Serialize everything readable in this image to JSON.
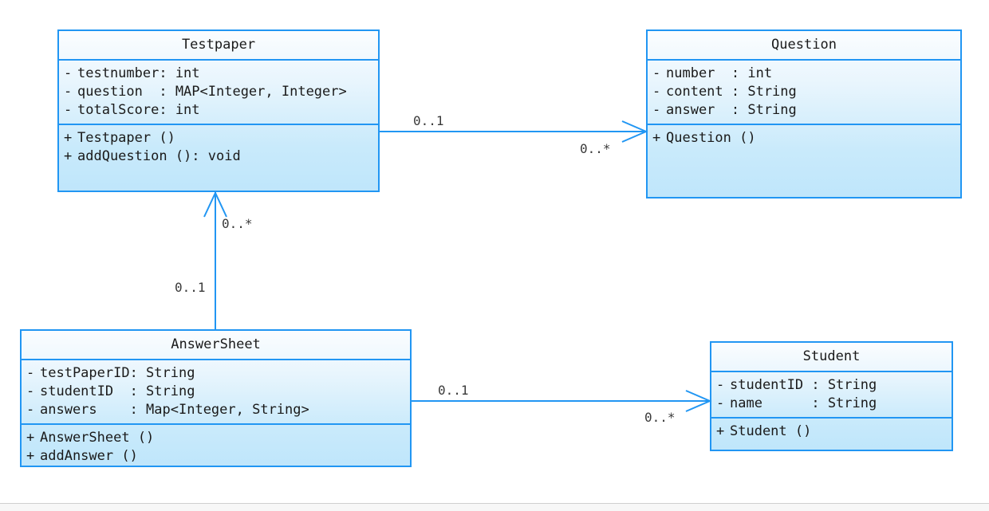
{
  "diagram": {
    "type": "uml-class-diagram",
    "classes": [
      {
        "id": "testpaper",
        "name": "Testpaper",
        "attributes": [
          {
            "visibility": "-",
            "signature": "testnumber: int"
          },
          {
            "visibility": "-",
            "signature": "question  : MAP<Integer, Integer>"
          },
          {
            "visibility": "-",
            "signature": "totalScore: int"
          }
        ],
        "operations": [
          {
            "visibility": "+",
            "signature": "Testpaper ()"
          },
          {
            "visibility": "+",
            "signature": "addQuestion (): void"
          }
        ]
      },
      {
        "id": "question",
        "name": "Question",
        "attributes": [
          {
            "visibility": "-",
            "signature": "number  : int"
          },
          {
            "visibility": "-",
            "signature": "content : String"
          },
          {
            "visibility": "-",
            "signature": "answer  : String"
          }
        ],
        "operations": [
          {
            "visibility": "+",
            "signature": "Question ()"
          }
        ]
      },
      {
        "id": "answersheet",
        "name": "AnswerSheet",
        "attributes": [
          {
            "visibility": "-",
            "signature": "testPaperID: String"
          },
          {
            "visibility": "-",
            "signature": "studentID  : String"
          },
          {
            "visibility": "-",
            "signature": "answers    : Map<Integer, String>"
          }
        ],
        "operations": [
          {
            "visibility": "+",
            "signature": "AnswerSheet ()"
          },
          {
            "visibility": "+",
            "signature": "addAnswer ()"
          }
        ]
      },
      {
        "id": "student",
        "name": "Student",
        "attributes": [
          {
            "visibility": "-",
            "signature": "studentID : String"
          },
          {
            "visibility": "-",
            "signature": "name      : String"
          }
        ],
        "operations": [
          {
            "visibility": "+",
            "signature": "Student ()"
          }
        ]
      }
    ],
    "associations": [
      {
        "id": "testpaper-question",
        "source": "Testpaper",
        "target": "Question",
        "source_multiplicity": "0..1",
        "target_multiplicity": "0..*"
      },
      {
        "id": "answersheet-testpaper",
        "source": "AnswerSheet",
        "target": "Testpaper",
        "source_multiplicity": "0..1",
        "target_multiplicity": "0..*"
      },
      {
        "id": "answersheet-student",
        "source": "AnswerSheet",
        "target": "Student",
        "source_multiplicity": "0..1",
        "target_multiplicity": "0..*"
      }
    ],
    "colors": {
      "border": "#2196f3",
      "fill_top": "#fbfdff",
      "fill_bottom": "#bfe6fb",
      "text": "#1a1a1a",
      "label": "#3a3a3a"
    }
  }
}
